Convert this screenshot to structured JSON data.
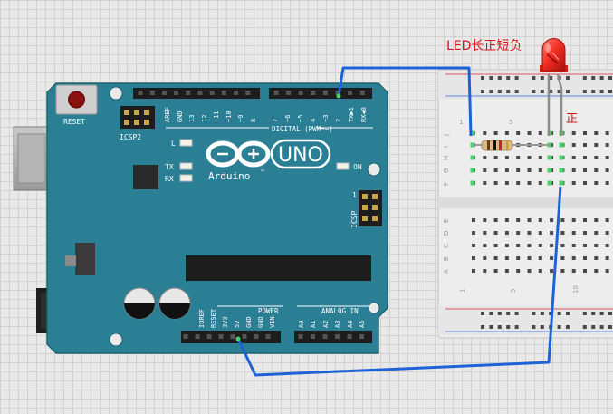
{
  "board": {
    "brand": "Arduino",
    "tm": "™",
    "model": "UNO",
    "reset": "RESET",
    "icsp2": "ICSP2",
    "icsp": "ICSP",
    "icsp_pin": "1",
    "led_l": "L",
    "led_tx": "TX",
    "led_rx": "RX",
    "led_on": "ON",
    "digital": "DIGITAL (PWM=~)",
    "power": "POWER",
    "analog": "ANALOG IN",
    "digital_pins": [
      "AREF",
      "GND",
      "13",
      "12",
      "~11",
      "~10",
      "~9",
      "8",
      "7",
      "~6",
      "~5",
      "4",
      "~3",
      "2",
      "TX▶1",
      "RX◀0"
    ],
    "power_pins": [
      "IOREF",
      "RESET",
      "3V3",
      "5V",
      "GND",
      "GND",
      "VIN"
    ],
    "analog_pins": [
      "A0",
      "A1",
      "A2",
      "A3",
      "A4",
      "A5"
    ]
  },
  "breadboard": {
    "rows_top": [
      "J",
      "I",
      "H",
      "G",
      "F"
    ],
    "rows_bottom": [
      "E",
      "D",
      "C",
      "B",
      "A"
    ],
    "col_labels": [
      "1",
      "5",
      "10"
    ]
  },
  "annotations": {
    "led_note": "LED长正短负",
    "positive_mark": "正"
  },
  "colors": {
    "board": "#2a7f95",
    "wire": "#1e63d6",
    "led": "#e8231b",
    "annotation": "#d8121a"
  }
}
